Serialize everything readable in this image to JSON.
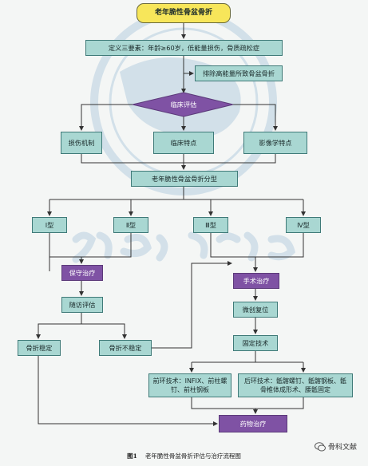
{
  "nodes": {
    "title": "老年脆性骨盆骨折",
    "definition": "定义三要素：年龄≥60岁，低能量损伤，骨质疏松症",
    "exclude": "排除高能量所致骨盆骨折",
    "clinical_eval": "临床评估",
    "injury_mechanism": "损伤机制",
    "clinical_features": "临床特点",
    "imaging_features": "影像学特点",
    "classification": "老年脆性骨盆骨折分型",
    "type1": "Ⅰ型",
    "type2": "Ⅱ型",
    "type3": "Ⅲ型",
    "type4": "Ⅳ型",
    "conservative": "保守治疗",
    "followup": "随访评估",
    "stable": "骨折稳定",
    "unstable": "骨折不稳定",
    "surgery": "手术治疗",
    "minimally_invasive": "微创复位",
    "fixation": "固定技术",
    "anterior_ring": "前环技术：INFIX、前柱螺钉、前柱钢板",
    "posterior_ring": "后环技术：骶髂螺钉、骶髂钢板、骶骨椎体成形术、腰骶固定",
    "drug": "药物治疗"
  },
  "caption": {
    "label": "图1",
    "text": "老年脆性骨盆骨折评估与治疗流程图"
  },
  "watermark_text": "骨科文献",
  "colors": {
    "teal": "#a9d7d2",
    "purple": "#7f52a4",
    "yellow": "#f7e65a",
    "line": "#333333"
  }
}
